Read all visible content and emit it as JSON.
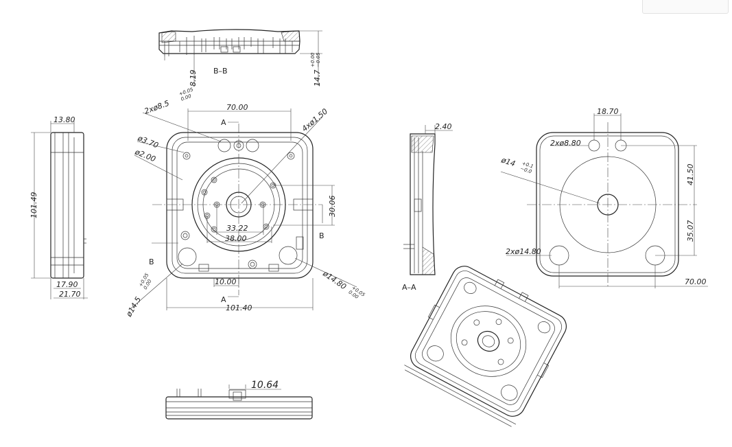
{
  "views": {
    "bb": {
      "label": "B–B",
      "dims": {
        "depth": "8.19",
        "height": "14.7",
        "height_tol_upper": "+0.00",
        "height_tol_lower": "−0.05"
      }
    },
    "front": {
      "section_a": "A",
      "section_b": "B",
      "dims": {
        "top_width": "70.00",
        "holes_2x": "2xø8.5",
        "holes_2x_tol_upper": "+0.05",
        "holes_2x_tol_lower": "0.00",
        "holes_4x": "4xø1.50",
        "d370": "ø3.70",
        "d200": "ø2.00",
        "vert_3006": "30.06",
        "w3322": "33.22",
        "w3800": "38.00",
        "w1000": "10.00",
        "overall_width": "101.40",
        "d145": "ø14.5",
        "d145_tol_upper": "+0.05",
        "d145_tol_lower": "0.00",
        "d1480": "ø14.80",
        "d1480_tol_upper": "+0.05",
        "d1480_tol_lower": "0.00"
      }
    },
    "side_left": {
      "dims": {
        "top": "13.80",
        "height": "101.49",
        "w1790": "17.90",
        "w2170": "21.70"
      }
    },
    "aa": {
      "label": "A–A",
      "dims": {
        "top": "2.40"
      }
    },
    "rear": {
      "dims": {
        "top": "18.70",
        "holes_small": "2xø8.80",
        "center": "ø14",
        "center_tol_upper": "+0.1",
        "center_tol_lower": "−0.0",
        "holes_big": "2xø14.80",
        "v4150": "41.50",
        "v3507": "35.07",
        "bottom": "70.00"
      }
    },
    "bottom": {
      "dims": {
        "slot": "10.64"
      }
    }
  }
}
